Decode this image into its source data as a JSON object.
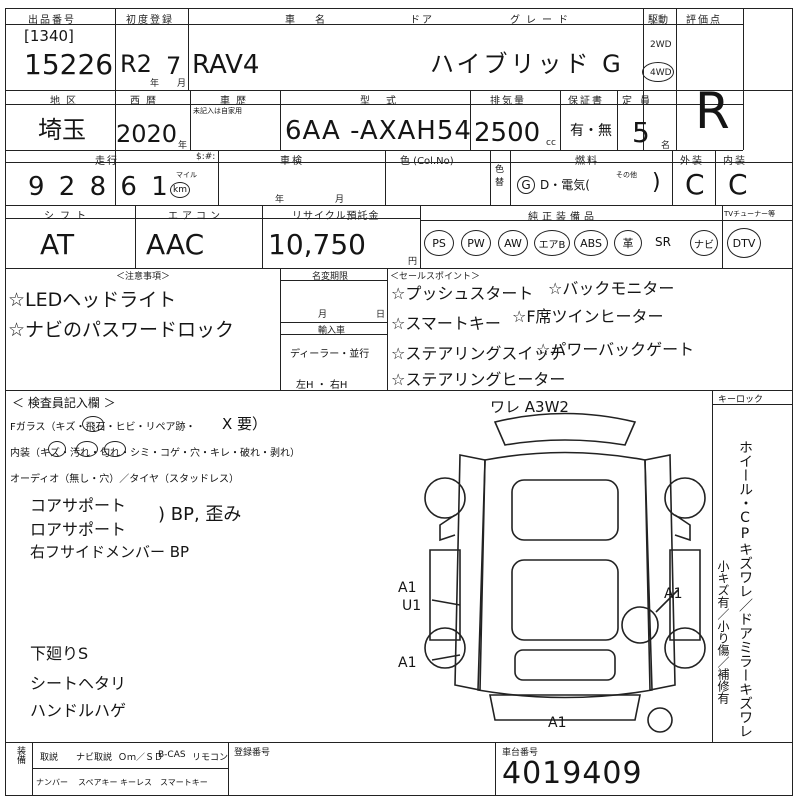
{
  "header": {
    "labels": {
      "lot_no": "出品番号",
      "first_reg": "初度登録",
      "car_name": "車名",
      "door": "ドア",
      "grade": "グレード",
      "drive": "駆動",
      "evaluation": "評価点",
      "region": "地区",
      "year": "西暦",
      "history": "車歴",
      "history_note": "未記入は自家用",
      "model": "型式",
      "displacement": "排気量",
      "warranty": "保証書",
      "capacity": "定員",
      "mileage": "走行",
      "dollar": "$:#:",
      "inspection": "車検",
      "color": "色 (Col.No)",
      "fuel": "燃料",
      "exterior": "外装",
      "interior": "内装",
      "shift": "シフト",
      "aircon": "エアコン",
      "recycle": "リサイクル預託金",
      "genuine": "純正装備品",
      "tuner": "TVチューナー等"
    },
    "bracket_no": "[1340]",
    "lot_no": "15226",
    "era": "R2",
    "era_year": "年",
    "month": "7",
    "month_unit": "月",
    "car_name": "RAV4",
    "grade": "ハイブリッド G",
    "drive_2wd": "2WD",
    "drive_4wd": "4WD",
    "evaluation": "R",
    "region": "埼玉",
    "year": "2020",
    "year_unit": "年",
    "model": "6AA -AXAH54",
    "displacement": "2500",
    "cc": "cc",
    "warranty": "有・無",
    "capacity": "5",
    "capacity_unit": "名",
    "mileage": "9 2 8 6 1",
    "mile_km": "マイル",
    "km": "km",
    "nen": "年",
    "tsuki": "月",
    "color_side": "色替",
    "fuel_g": "G",
    "fuel_rest": "D・電気(",
    "fuel_other": "その他",
    "fuel_close": ")",
    "exterior": "C",
    "interior": "C",
    "shift": "AT",
    "aircon": "AAC",
    "recycle": "10,750",
    "yen": "円",
    "equipment": [
      "PS",
      "PW",
      "AW",
      "エアB",
      "ABS",
      "革",
      "SR",
      "ナビ",
      "DTV"
    ]
  },
  "middle": {
    "notes_title": "＜注意事項＞",
    "notes": [
      "☆LEDヘッドライト",
      "☆ナビのパスワードロック"
    ],
    "name_change": "名変期限",
    "month": "月",
    "day": "日",
    "import_title": "輸入車",
    "import_dealer": "ディーラー・並行",
    "import_steer": "左H ・ 右H",
    "sales_title": "＜セールスポイント＞",
    "sales": [
      "☆プッシュスタート",
      "☆バックモニター",
      "☆スマートキー",
      "☆F席ツインヒーター",
      "☆ステアリングスイッチ",
      "☆パワーバックゲート",
      "☆ステアリングヒーター"
    ]
  },
  "inspector": {
    "title": "＜ 検査員記入欄 ＞",
    "glass": "Fガラス（キズ・飛石・ヒビ・リペア跡・",
    "glass_mark": "X 要）",
    "interior_line": "内装（キズ・汚れ・匂れ・シミ・コゲ・穴・キレ・破れ・剥れ）",
    "audio_line": "オーディオ（無し・穴）／タイヤ（スタッドレス）",
    "damage": [
      "コアサポート",
      "ロアサポート",
      "右フサイドメンバー BP"
    ],
    "damage_note": ") BP, 歪み",
    "under": [
      "下廻りS",
      "シートヘタリ",
      "ハンドルハゲ"
    ]
  },
  "diagram": {
    "top_note": "ワレ A3W2",
    "marks": [
      "A1",
      "A1",
      "U1",
      "A1",
      "A1"
    ],
    "keylock": "キーロック",
    "side_text": "ホイール・CPキズワレ／ドアミラーキズワレ",
    "side_text2": "小キズ有／小り傷／補修有"
  },
  "footer": {
    "col1": "装備",
    "items_top": [
      "取説",
      "ナビ取説",
      "Ｏｍ／ＳＤ",
      "B-CAS",
      "リモコン"
    ],
    "items_bottom": [
      "ナンバー",
      "スペアキー",
      "キーレス",
      "スマートキー"
    ],
    "reg_label": "登録番号",
    "chassis_label": "車台番号",
    "chassis_no": "4019409"
  }
}
